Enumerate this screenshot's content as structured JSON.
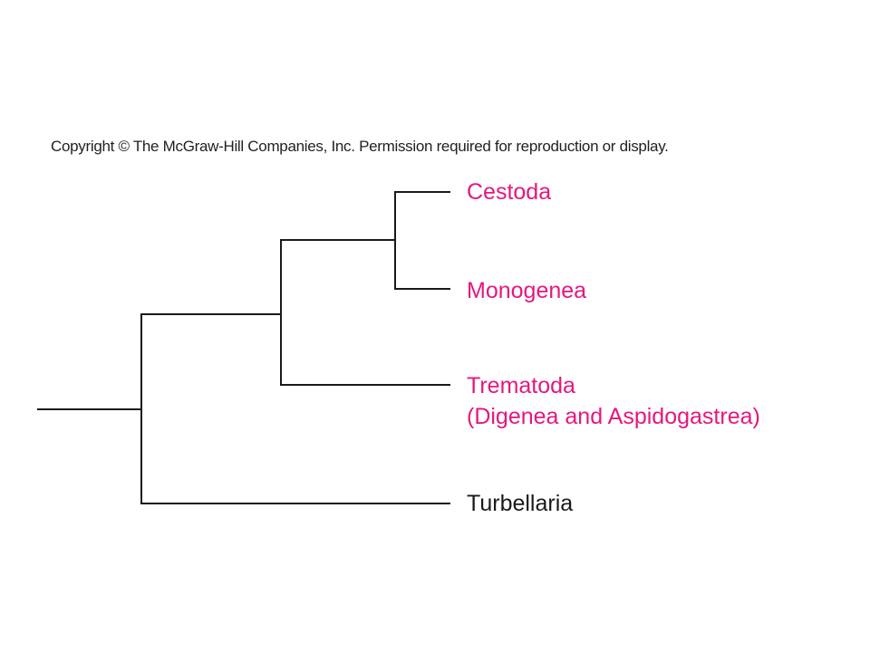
{
  "copyright": "Copyright © The McGraw-Hill Companies, Inc. Permission required for reproduction or display.",
  "colors": {
    "highlight": "#e5177e",
    "default_label": "#1a1a1a",
    "branch": "#1a1a1a"
  },
  "taxa": {
    "cestoda": {
      "label": "Cestoda",
      "highlighted": true
    },
    "monogenea": {
      "label": "Monogenea",
      "highlighted": true
    },
    "trematoda": {
      "label": "Trematoda",
      "sublabel": "(Digenea and Aspidogastrea)",
      "highlighted": true
    },
    "turbellaria": {
      "label": "Turbellaria",
      "highlighted": false
    }
  },
  "tree": {
    "topology": "(Turbellaria, (Trematoda, (Cestoda, Monogenea)))"
  }
}
